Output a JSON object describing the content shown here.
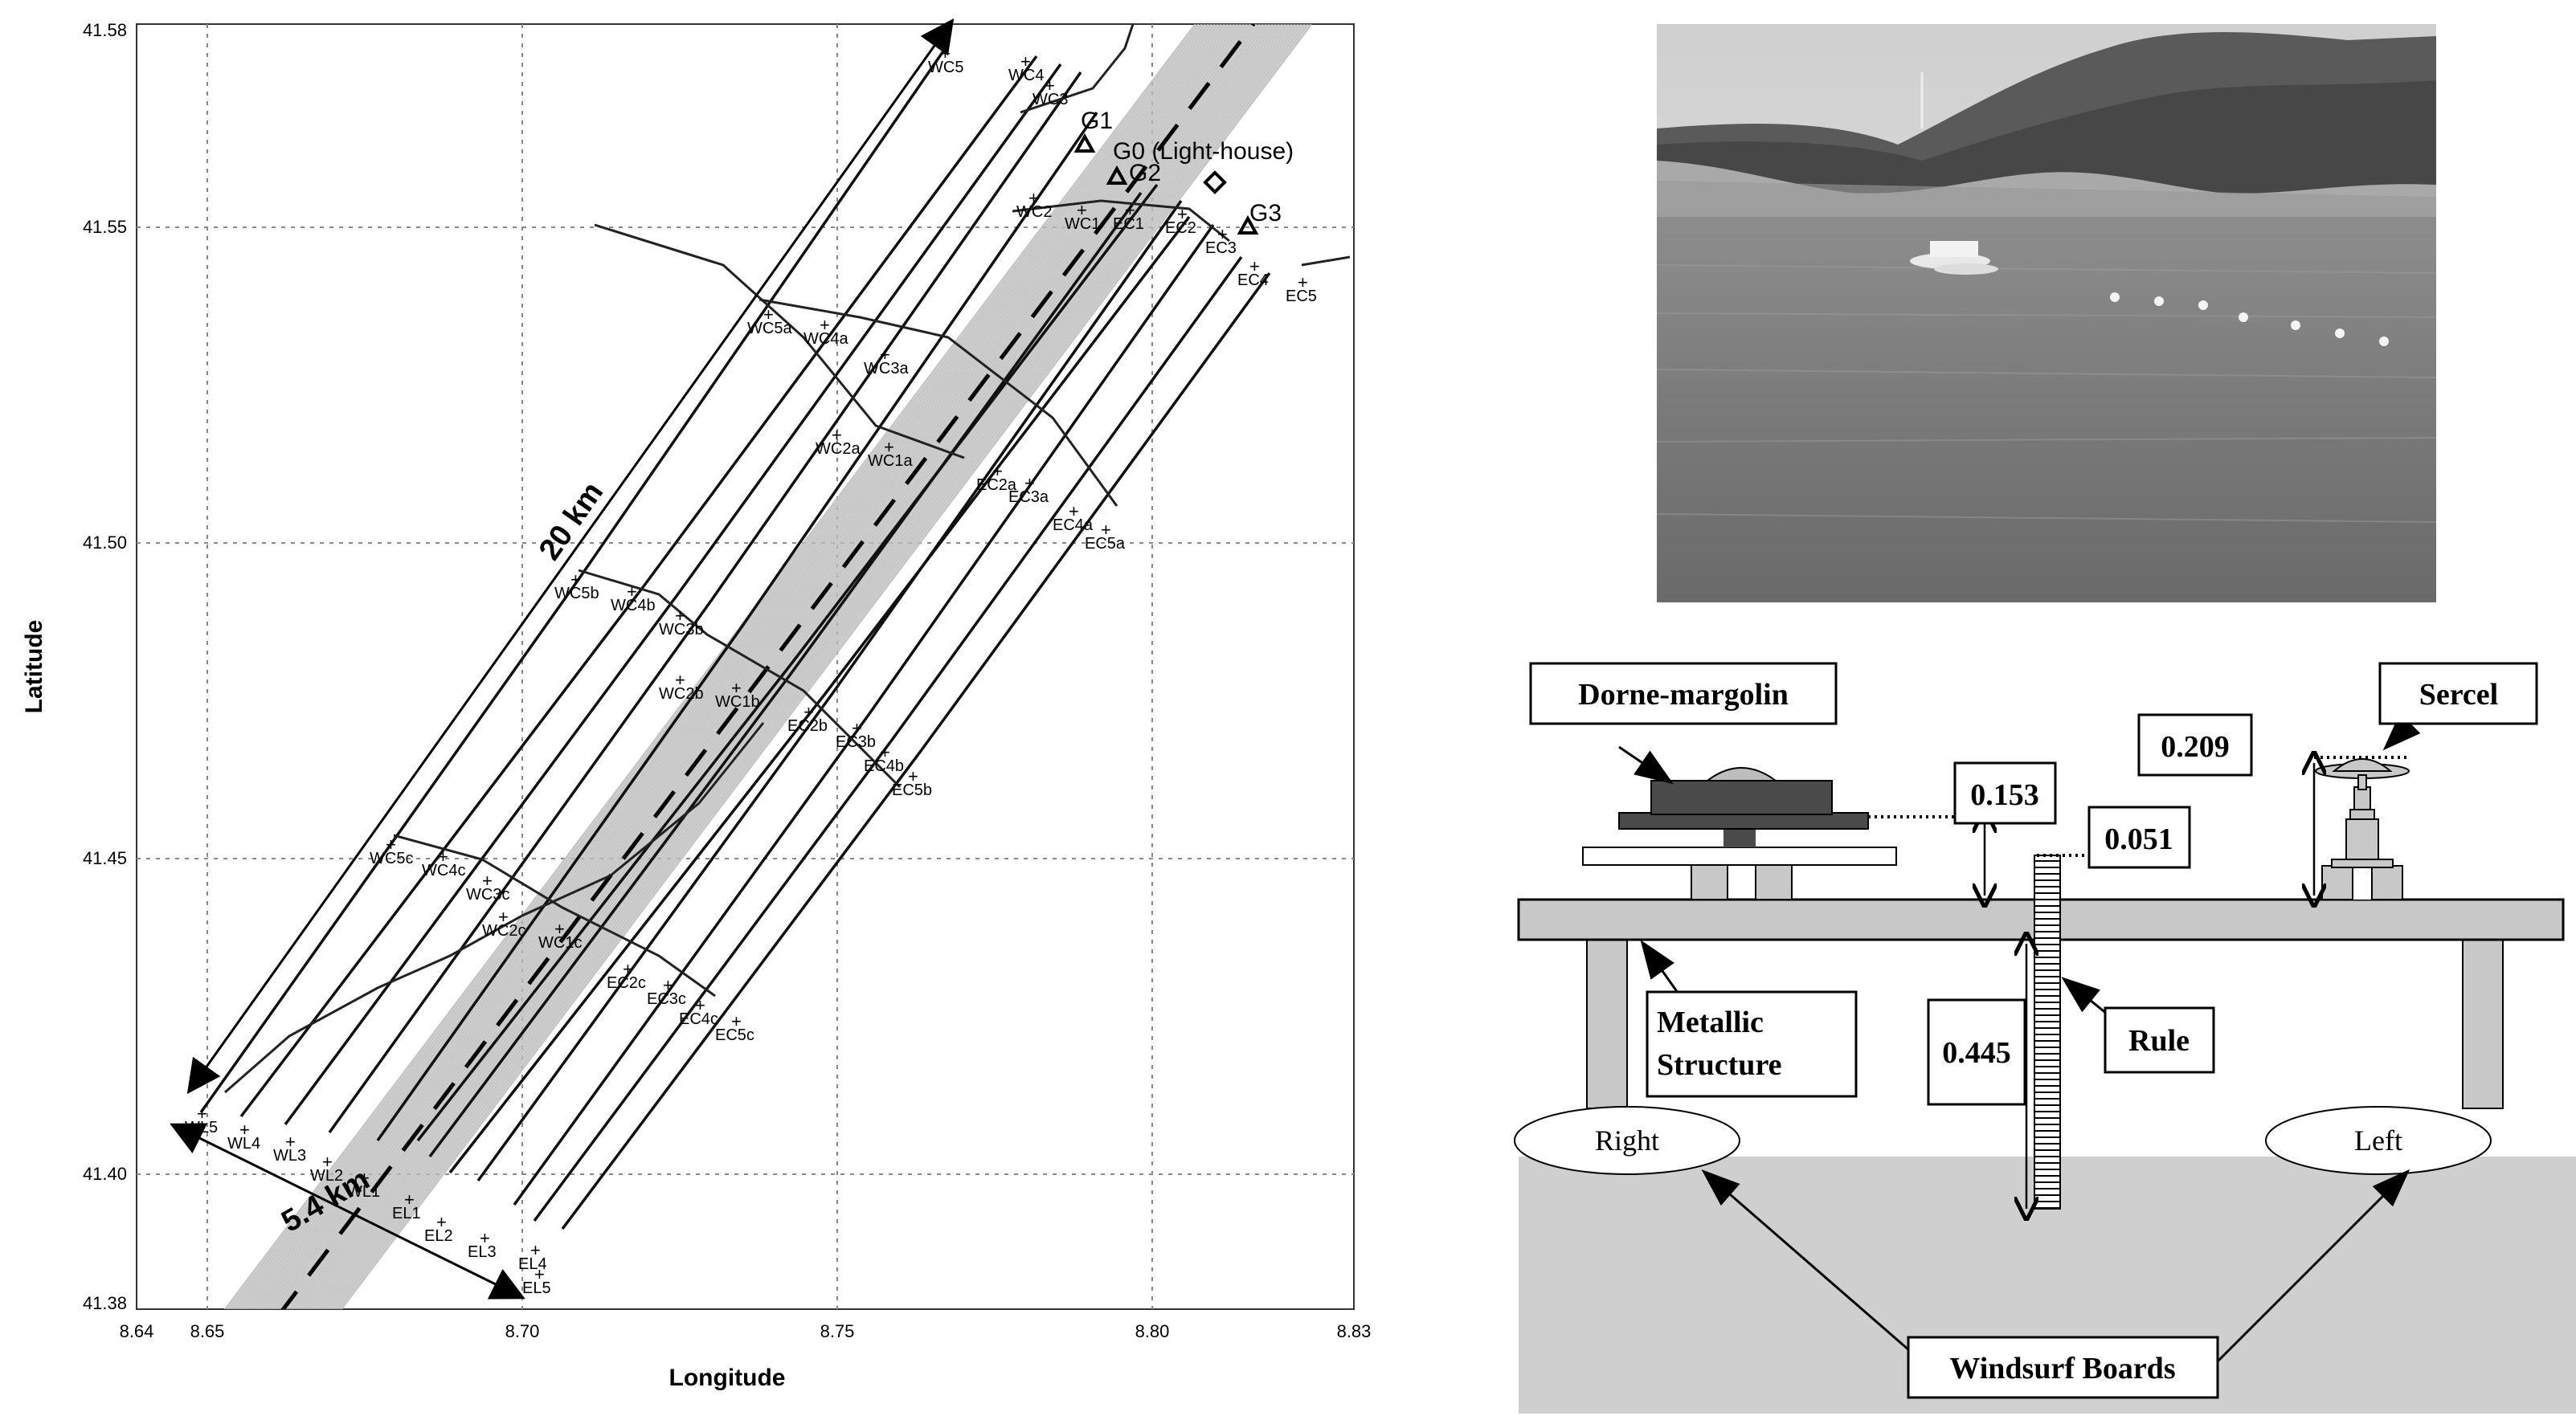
{
  "map": {
    "xlabel": "Longitude",
    "ylabel": "Latitude",
    "x_ticks": [
      "8.64",
      "8.65",
      "8.70",
      "8.75",
      "8.80",
      "8.83"
    ],
    "y_ticks": [
      "41.58",
      "41.55",
      "41.50",
      "41.45",
      "41.40",
      "41.38"
    ],
    "dist_long": "20 km",
    "dist_short": "5.4 km",
    "lighthouse_label": "G0 (Light-house)",
    "ground_points": [
      "G1",
      "G2",
      "G3"
    ],
    "track_labels": [
      "WC5",
      "WC4",
      "WC3",
      "WC2",
      "WC1",
      "EC1",
      "EC2",
      "EC3",
      "EC4",
      "EC5",
      "WC5a",
      "WC4a",
      "WC3a",
      "WC2a",
      "WC1a",
      "EC2a",
      "EC3a",
      "EC4a",
      "EC5a",
      "WC5b",
      "WC4b",
      "WC3b",
      "WC2b",
      "WC1b",
      "EC2b",
      "EC3b",
      "EC4b",
      "EC5b",
      "WC5c",
      "WC4c",
      "WC3c",
      "WC2c",
      "WC1c",
      "EC2c",
      "EC3c",
      "EC4c",
      "EC5c",
      "WL5",
      "WL4",
      "WL3",
      "WL2",
      "WL1",
      "EL1",
      "EL2",
      "EL3",
      "EL4",
      "EL5"
    ]
  },
  "schematic": {
    "dorne_label": "Dorne-margolin",
    "sercel_label": "Sercel",
    "metallic_label_line1": "Metallic",
    "metallic_label_line2": "Structure",
    "rule_label": "Rule",
    "boards_label": "Windsurf Boards",
    "right_label": "Right",
    "left_label": "Left",
    "dim_0153": "0.153",
    "dim_0051": "0.051",
    "dim_0209": "0.209",
    "dim_0445": "0.445"
  },
  "colors": {
    "swath": "#bdbdbd",
    "water": "#cfcfcf",
    "dark_part": "#4a4a4a"
  }
}
